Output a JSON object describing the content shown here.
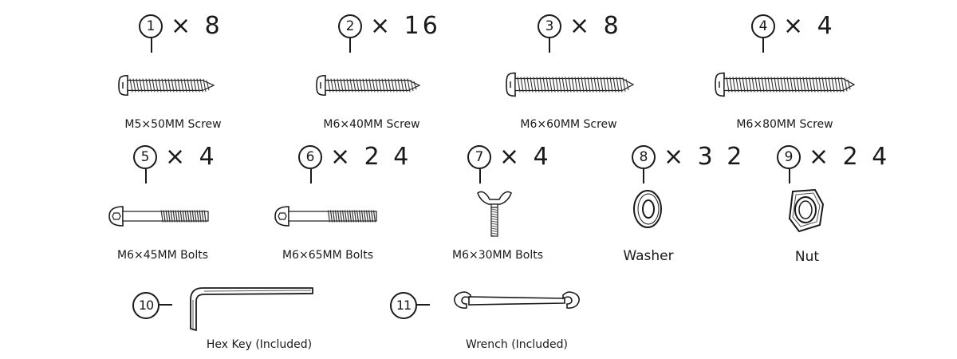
{
  "parts": [
    {
      "num": "1",
      "qty": "× 8",
      "name": "M5×50MM Screw",
      "icon": "pan-head-screw-icon"
    },
    {
      "num": "2",
      "qty": "× 16",
      "name": "M6×40MM Screw",
      "icon": "pan-head-screw-icon"
    },
    {
      "num": "3",
      "qty": "× 8",
      "name": "M6×60MM Screw",
      "icon": "pan-head-screw-icon"
    },
    {
      "num": "4",
      "qty": "× 4",
      "name": "M6×80MM Screw",
      "icon": "pan-head-screw-icon"
    },
    {
      "num": "5",
      "qty": "× 4",
      "name": "M6×45MM Bolts",
      "icon": "bolt-icon"
    },
    {
      "num": "6",
      "qty": "× 2 4",
      "name": "M6×65MM Bolts",
      "icon": "bolt-icon"
    },
    {
      "num": "7",
      "qty": "× 4",
      "name": "M6×30MM Bolts",
      "icon": "wing-bolt-icon"
    },
    {
      "num": "8",
      "qty": "× 3 2",
      "name": "Washer",
      "icon": "washer-icon"
    },
    {
      "num": "9",
      "qty": "× 2 4",
      "name": "Nut",
      "icon": "hex-nut-icon"
    },
    {
      "num": "10",
      "qty": "",
      "name": "Hex Key (Included)",
      "icon": "hex-key-icon"
    },
    {
      "num": "11",
      "qty": "",
      "name": "Wrench (Included)",
      "icon": "wrench-icon"
    }
  ]
}
